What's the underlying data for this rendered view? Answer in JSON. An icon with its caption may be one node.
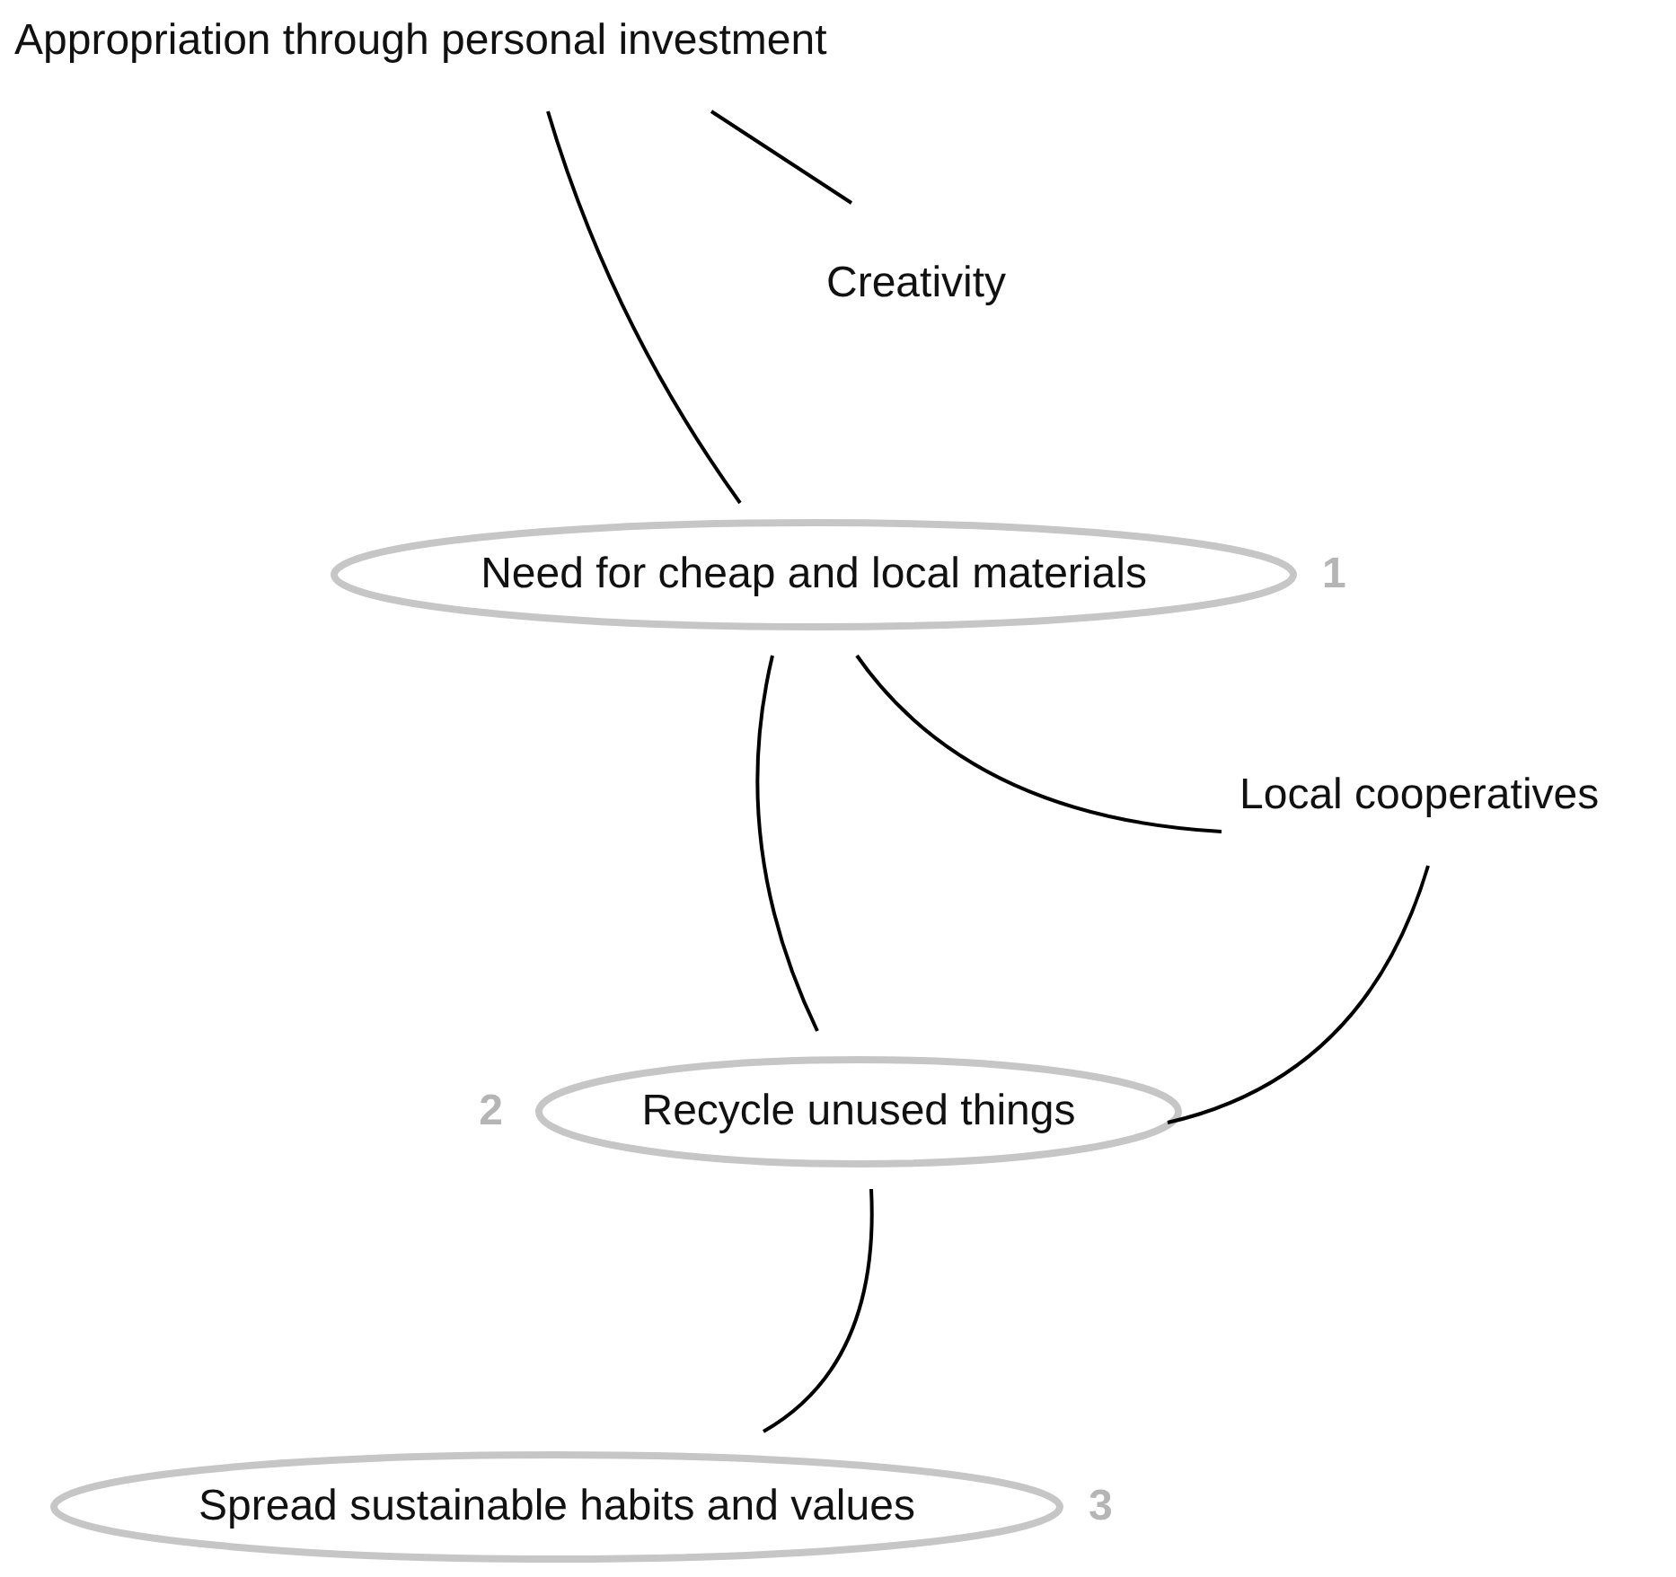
{
  "diagram": {
    "nodes": [
      {
        "text": [
          "Appropriation through personal investment"
        ]
      },
      {
        "text": [
          "Creativity"
        ]
      },
      {
        "text": [
          "Need for cheap and local materials"
        ],
        "beside": [
          "1"
        ]
      },
      {
        "text": [
          "Local cooperatives"
        ]
      },
      {
        "text": [
          "Recycle unused things"
        ],
        "beside": [
          "2"
        ]
      },
      {
        "text": [
          "Spread sustainable habits and values"
        ],
        "beside": [
          "3"
        ]
      }
    ],
    "edges": [
      {
        "from": 0,
        "to": 2,
        "arrow": "none"
      },
      {
        "from": 0,
        "to": 1,
        "arrow": "none"
      },
      {
        "from": 2,
        "to": 3,
        "arrow": "none"
      },
      {
        "from": 2,
        "to": 4,
        "arrow": "none"
      },
      {
        "from": 3,
        "to": 4,
        "arrow": "none"
      },
      {
        "from": 4,
        "to": 5,
        "arrow": "none"
      }
    ]
  }
}
